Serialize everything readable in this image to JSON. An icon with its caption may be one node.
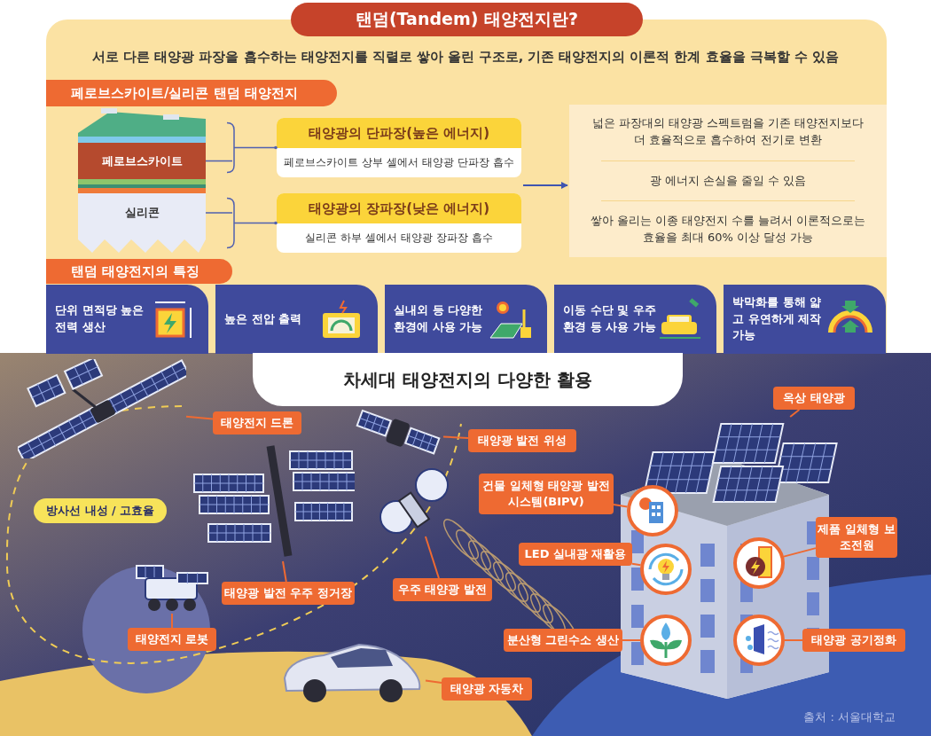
{
  "diagram": {
    "title": "탠덤(Tandem) 태양전지란?",
    "nodes": [
      {
        "text": [
          "페로브스카이트/실리콘 탠덤 태양전지"
        ]
      },
      {
        "text": [
          "페로브스카이트"
        ]
      },
      {
        "text": [
          "실리콘"
        ]
      },
      {
        "text": [
          "태양광의 단파장(높은 에너지)",
          "페로브스카이트 상부 셀에서 태양광 단파장 흡수"
        ]
      },
      {
        "text": [
          "태양광의 장파장(낮은 에너지)",
          "실리콘 하부 셀에서 태양광 장파장 흡수"
        ]
      },
      {
        "text": [
          "넓은 파장대의 태양광 스펙트럼을 기존 태양전지보다 더 효율적으로 흡수하여 전기로 변환",
          "광 에너지 손실을 줄일 수 있음",
          "쌓아 올리는 이종 태양전지 수를 늘려서 이론적으로는 효율을 최대 60% 이상 달성 가능"
        ]
      },
      {
        "text": [
          "탠덤 태양전지의 특징"
        ]
      },
      {
        "text": [
          "단위 면적당 높은 전력 생산"
        ]
      },
      {
        "text": [
          "높은 전압 출력"
        ]
      },
      {
        "text": [
          "실내외 등 다양한 환경에 사용 가능"
        ]
      },
      {
        "text": [
          "이동 수단 및 우주 환경 등 사용 가능"
        ]
      },
      {
        "text": [
          "박막화를 통해 얇고 유연하게 제작 가능"
        ]
      },
      {
        "text": [
          "차세대 태양전지의 다양한 활용"
        ]
      },
      {
        "text": [
          "방사선 내성 / 고효율"
        ]
      },
      {
        "text": [
          "태양전지 드론"
        ]
      },
      {
        "text": [],
        "shape": "picture"
      },
      {
        "text": [
          "태양광 발전 위성"
        ]
      },
      {
        "text": [],
        "shape": "picture"
      },
      {
        "text": [
          "태양광 발전 우주 정거장"
        ]
      },
      {
        "text": [],
        "shape": "picture"
      },
      {
        "text": [
          "우주 태양광 발전"
        ]
      },
      {
        "text": [],
        "shape": "picture"
      },
      {
        "text": [
          "태양전지 로봇"
        ]
      },
      {
        "text": [],
        "shape": "picture"
      },
      {
        "text": [
          "태양광 자동차"
        ]
      },
      {
        "text": [],
        "shape": "picture"
      },
      {
        "text": [
          "옥상 태양광"
        ]
      },
      {
        "text": [],
        "shape": "picture"
      },
      {
        "text": [
          "건물 일체형 태양광 발전 시스템(BIPV)"
        ]
      },
      {
        "text": [],
        "shape": "picture"
      },
      {
        "text": [
          "LED 실내광 재활용"
        ]
      },
      {
        "text": [],
        "shape": "picture"
      },
      {
        "text": [
          "분산형 그린수소 생산"
        ]
      },
      {
        "text": [],
        "shape": "picture"
      },
      {
        "text": [
          "제품 일체형 보조전원"
        ]
      },
      {
        "text": [],
        "shape": "picture"
      },
      {
        "text": [
          "태양광 공기정화"
        ]
      },
      {
        "text": [],
        "shape": "picture"
      }
    ],
    "edges": [
      {
        "from": 1,
        "to": 3,
        "arrow": "other",
        "color": "#5060b0"
      },
      {
        "from": 2,
        "to": 4,
        "arrow": "other",
        "color": "#5060b0"
      },
      {
        "from": 3,
        "to": 5,
        "arrow": "to",
        "color": "#3f55b0"
      },
      {
        "from": 4,
        "to": 5,
        "arrow": "to",
        "color": "#3f55b0"
      },
      {
        "from": 14,
        "to": 15,
        "arrow": "none"
      },
      {
        "from": 16,
        "to": 17,
        "arrow": "none"
      },
      {
        "from": 18,
        "to": 19,
        "arrow": "none"
      },
      {
        "from": 20,
        "to": 21,
        "arrow": "none"
      },
      {
        "from": 22,
        "to": 23,
        "arrow": "none"
      },
      {
        "from": 24,
        "to": 25,
        "arrow": "none"
      },
      {
        "from": 26,
        "to": 27,
        "arrow": "none"
      },
      {
        "from": 28,
        "to": 29,
        "arrow": "none"
      },
      {
        "from": 30,
        "to": 31,
        "arrow": "none"
      },
      {
        "from": 32,
        "to": 33,
        "arrow": "none"
      },
      {
        "from": 34,
        "to": 35,
        "arrow": "none"
      },
      {
        "from": 36,
        "to": 37,
        "arrow": "none"
      }
    ],
    "labels": [
      "서로 다른 태양광 파장을 흡수하는 태양전지를 직렬로 쌓아 올린 구조로, 기존 태양전지의 이론적 한계 효율을 극복할 수 있음",
      "출처 : 서울대학교"
    ]
  }
}
